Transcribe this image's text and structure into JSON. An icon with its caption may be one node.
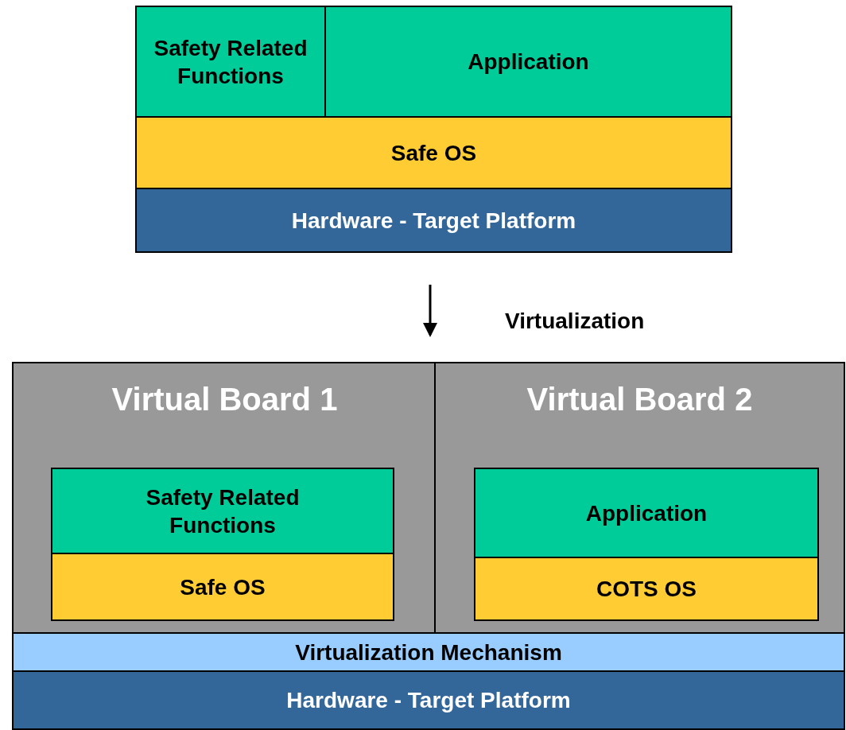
{
  "diagram": {
    "nodes": [
      {
        "text": [
          "Safety Related Functions"
        ]
      },
      {
        "text": [
          "Application"
        ]
      },
      {
        "text": [
          "Safe OS"
        ]
      },
      {
        "text": [
          "Hardware - Target Platform"
        ]
      },
      {
        "text": [
          "Virtual Board 1"
        ]
      },
      {
        "text": [
          "Safety Related Functions"
        ],
        "in": 4
      },
      {
        "text": [
          "Safe OS"
        ],
        "in": 4
      },
      {
        "text": [
          "Virtual Board 2"
        ]
      },
      {
        "text": [
          "Application"
        ],
        "in": 7
      },
      {
        "text": [
          "COTS OS"
        ],
        "in": 7
      },
      {
        "text": [
          "Virtualization Mechanism"
        ]
      },
      {
        "text": [
          "Hardware - Target Platform"
        ]
      }
    ],
    "edges": [
      {
        "from": 3,
        "to": 4,
        "arrow": "to",
        "label": "Virtualization"
      }
    ]
  }
}
